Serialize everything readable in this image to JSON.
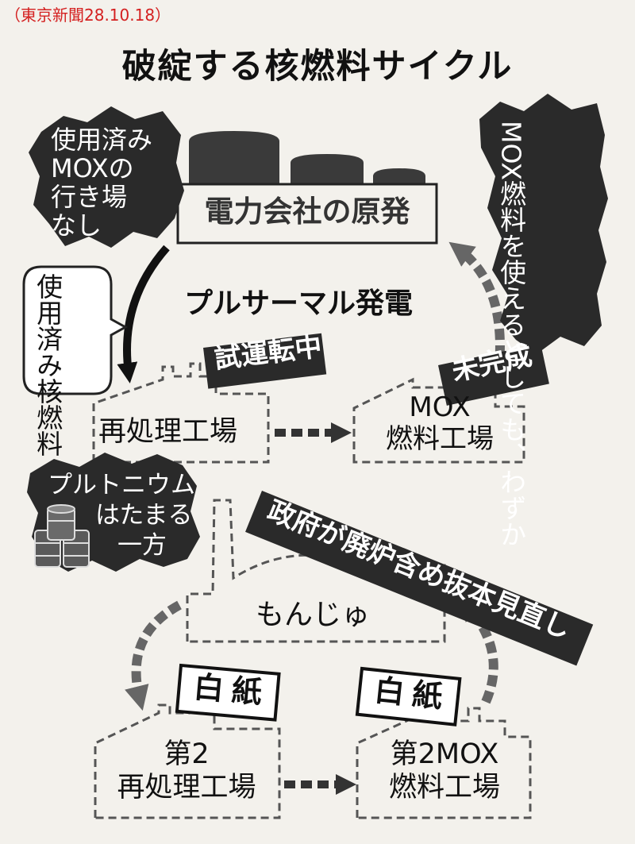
{
  "source": "（東京新聞28.10.18）",
  "title": "破綻する核燃料サイクル",
  "nodes": {
    "plant": "電力会社の原発",
    "reprocessing": "再処理工場",
    "mox_plant_l1": "MOX",
    "mox_plant_l2": "燃料工場",
    "monju": "もんじゅ",
    "second_reprocessing_l1": "第2",
    "second_reprocessing_l2": "再処理工場",
    "second_mox_l1": "第2MOX",
    "second_mox_l2": "燃料工場"
  },
  "labels": {
    "pluthermal": "プルサーマル発電",
    "spent_fuel": "使用済み核燃料",
    "trial_run": "試運転中",
    "incomplete": "未完成",
    "government_review": "政府が廃炉含め抜本見直し",
    "blank_1": "白紙",
    "blank_2": "白紙"
  },
  "bubbles": {
    "spent_mox_l1": "使用済み",
    "spent_mox_l2": "MOXの",
    "spent_mox_l3": "行き場",
    "spent_mox_l4": "なし",
    "mox_little": "MOX燃料を使えるとしても、わずか",
    "plutonium_l1": "プルトニウム",
    "plutonium_l2": "はたまる",
    "plutonium_l3": "一方"
  }
}
